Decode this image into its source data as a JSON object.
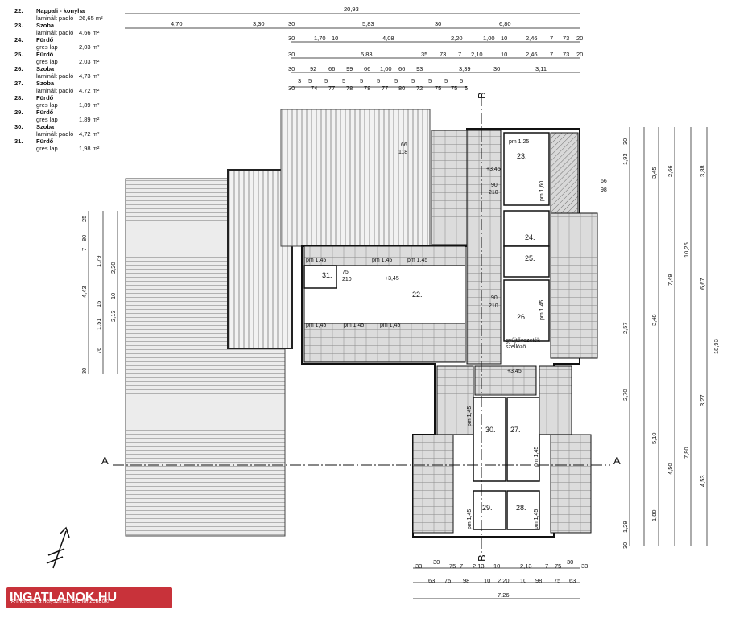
{
  "legend": [
    {
      "no": "22.",
      "room": "Nappali - konyha",
      "floor": "laminált padló",
      "area": "26,65 m²"
    },
    {
      "no": "23.",
      "room": "Szoba",
      "floor": "laminált padló",
      "area": "4,66 m²"
    },
    {
      "no": "24.",
      "room": "Fürdő",
      "floor": "gres lap",
      "area": "2,03 m²"
    },
    {
      "no": "25.",
      "room": "Fürdő",
      "floor": "gres lap",
      "area": "2,03 m²"
    },
    {
      "no": "26.",
      "room": "Szoba",
      "floor": "laminált padló",
      "area": "4,73 m²"
    },
    {
      "no": "27.",
      "room": "Szoba",
      "floor": "laminált padló",
      "area": "4,72 m²"
    },
    {
      "no": "28.",
      "room": "Fürdő",
      "floor": "gres lap",
      "area": "1,89 m²"
    },
    {
      "no": "29.",
      "room": "Fürdő",
      "floor": "gres lap",
      "area": "1,89 m²"
    },
    {
      "no": "30.",
      "room": "Szoba",
      "floor": "laminált padló",
      "area": "4,72 m²"
    },
    {
      "no": "31.",
      "room": "Fürdő",
      "floor": "gres lap",
      "area": "1,98 m²"
    }
  ],
  "top_dims": {
    "row1": [
      "20,93"
    ],
    "row2": [
      "4,70",
      "3,30",
      "30",
      "5,83",
      "30",
      "6,80"
    ],
    "row3": [
      "30",
      "1,70",
      "10",
      "4,08",
      "2,20",
      "1,00",
      "10",
      "2,46",
      "7",
      "73",
      "20"
    ],
    "row4": [
      "30",
      "5,83",
      "35",
      "73",
      "7",
      "2,10",
      "10",
      "2,46",
      "7",
      "73",
      "20"
    ],
    "row5": [
      "30",
      "92",
      "66",
      "99",
      "66",
      "1,00",
      "66",
      "93",
      "3,39",
      "30",
      "3,11"
    ],
    "row6": [
      "3",
      "5",
      "5",
      "5",
      "5",
      "5",
      "5",
      "5",
      "5",
      "5",
      "5"
    ],
    "row7": [
      "30",
      "74",
      "77",
      "78",
      "78",
      "77",
      "80",
      "72",
      "75",
      "75",
      "5"
    ]
  },
  "bottom_dims": {
    "row1": [
      "30",
      "33",
      "75",
      "7",
      "2,13",
      "10",
      "2,13",
      "7",
      "75",
      "30",
      "33"
    ],
    "row2": [
      "63",
      "75",
      "98",
      "10",
      "2,20",
      "10",
      "98",
      "75",
      "63"
    ],
    "row3": [
      "7,26"
    ]
  },
  "right_dims": [
    "30",
    "1,93",
    "3,45",
    "2,66",
    "3,88",
    "10,25",
    "7,49",
    "6,67",
    "18,93",
    "2,57",
    "3,48",
    "2,70",
    "3,27",
    "5,10",
    "4,50",
    "7,80",
    "4,53",
    "1,80",
    "1,29",
    "30"
  ],
  "left_dims": [
    "25",
    "80",
    "7",
    "1,79",
    "2,20",
    "4,43",
    "15",
    "2,13",
    "1,51",
    "10",
    "76",
    "30"
  ],
  "rooms": [
    "22.",
    "23.",
    "24.",
    "25.",
    "26.",
    "27.",
    "28.",
    "29.",
    "30.",
    "31."
  ],
  "annotations": {
    "level1": "+3,45",
    "level2": "+3,45",
    "level3": "+3,45",
    "pm145": "pm 1,45",
    "pm125": "pm 1,25",
    "pm160": "pm 1,60",
    "open1": "90",
    "open2": "210",
    "open3": "66",
    "open4": "118",
    "open5": "75",
    "open6": "98",
    "note_vent": "gyűjtővezeték",
    "note_vent2": "szellőző"
  },
  "sections": {
    "A_left": "A",
    "A_right": "A",
    "B_top": "B",
    "B_bottom": "B"
  },
  "footer": {
    "logo": "INGATLANOK.HU",
    "note": "A méretek a helyszínen ellenőrizendők!"
  },
  "colors": {
    "line": "#111111",
    "hatch": "#6a6a6a",
    "wall": "#222222",
    "roof_gray": "#d9d9d9",
    "logo_red": "#c8323a"
  }
}
